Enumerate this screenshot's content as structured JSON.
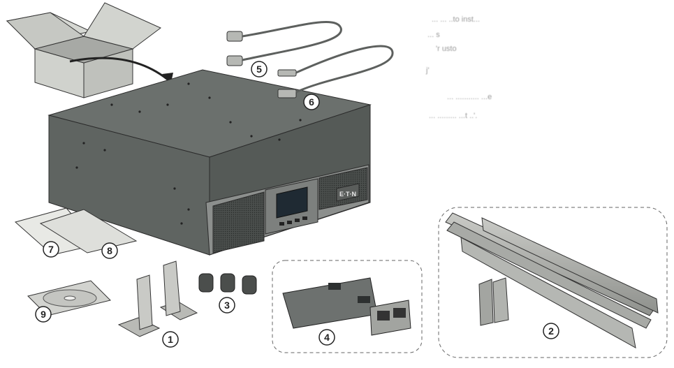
{
  "callouts": [
    {
      "id": "1",
      "label": "1"
    },
    {
      "id": "2",
      "label": "2"
    },
    {
      "id": "3",
      "label": "3"
    },
    {
      "id": "4",
      "label": "4"
    },
    {
      "id": "5",
      "label": "5"
    },
    {
      "id": "6",
      "label": "6"
    },
    {
      "id": "7",
      "label": "7"
    },
    {
      "id": "8",
      "label": "8"
    },
    {
      "id": "9",
      "label": "9"
    }
  ],
  "brand_logo_text": "E·T·N",
  "faded_text": {
    "line1": "...  ...  ..to inst...",
    "line2": "... s",
    "line3": "'r  usto",
    "line4": "j'",
    "line5": "... ...........  ...e",
    "line6": "...  ......... ...t ..'."
  },
  "colors": {
    "ups_body": "#5f6461",
    "ups_top": "#6b706d",
    "ups_front": "#4e5350",
    "panel_grey": "#8c8f8d",
    "outline": "#2b2b2b",
    "light_part": "#d9dad6"
  }
}
